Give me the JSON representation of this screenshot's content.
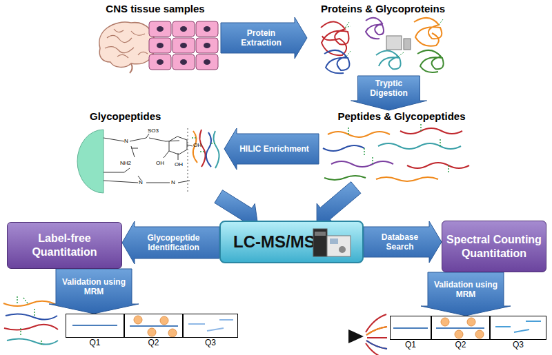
{
  "diagram": {
    "nodes": [
      {
        "text": [
          "CNS tissue samples"
        ]
      },
      {
        "text": [
          "Proteins & Glycoproteins"
        ]
      },
      {
        "text": [
          "Peptides & Glycopeptides"
        ]
      },
      {
        "text": [
          "Glycopeptides"
        ]
      },
      {
        "text": [
          "LC-MS/MS"
        ]
      },
      {
        "text": [
          "Label-free Quantitation"
        ]
      },
      {
        "text": [
          "Spectral Counting Quantitation"
        ]
      },
      {
        "text": [
          "Q1"
        ]
      },
      {
        "text": [
          "Q2"
        ]
      },
      {
        "text": [
          "Q3"
        ]
      },
      {
        "text": [
          "Q1"
        ]
      },
      {
        "text": [
          "Q2"
        ]
      },
      {
        "text": [
          "Q3"
        ]
      }
    ],
    "edges": [
      {
        "from": 0,
        "to": 1,
        "label": "Protein Extraction",
        "arrow": "to"
      },
      {
        "from": 1,
        "to": 2,
        "label": "Tryptic Digestion",
        "arrow": "to"
      },
      {
        "from": 2,
        "to": 3,
        "label": "HILIC Enrichment",
        "arrow": "to"
      },
      {
        "from": 3,
        "to": 4,
        "arrow": "to"
      },
      {
        "from": 2,
        "to": 4,
        "arrow": "to"
      },
      {
        "from": 4,
        "to": 5,
        "label": "Glycopeptide Identification",
        "arrow": "to"
      },
      {
        "from": 4,
        "to": 6,
        "label": "Database Search",
        "arrow": "to"
      },
      {
        "from": 5,
        "to": 7,
        "label": "Validation using MRM",
        "arrow": "to"
      },
      {
        "from": 6,
        "to": 11,
        "label": "Validation using MRM",
        "arrow": "to"
      }
    ],
    "labels": [
      "SO3",
      "NH2",
      "OH",
      "OH",
      "OH",
      "N",
      "N",
      "N"
    ]
  }
}
